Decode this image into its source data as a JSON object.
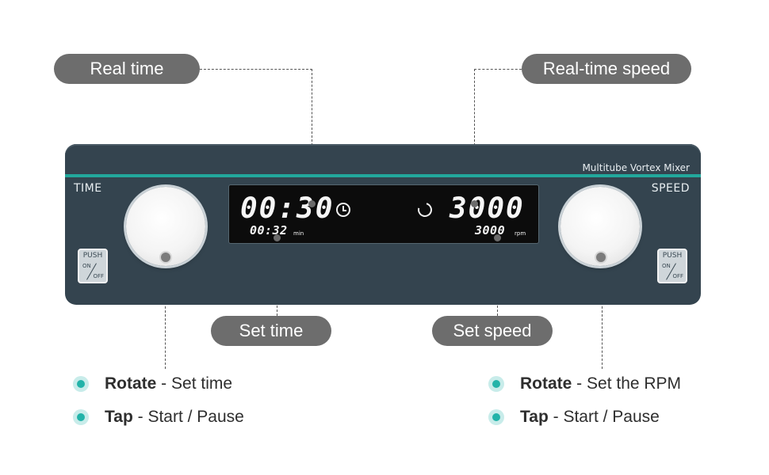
{
  "callouts": {
    "real_time": "Real time",
    "real_time_speed": "Real-time speed",
    "set_time": "Set time",
    "set_speed": "Set speed"
  },
  "panel": {
    "brand": "Multitube Vortex Mixer",
    "left_label": "TIME",
    "right_label": "SPEED",
    "push_top": "PUSH",
    "push_on": "ON",
    "push_off": "OFF"
  },
  "display": {
    "real_time": "00:30",
    "real_speed": "3000",
    "set_time": "00:32",
    "set_time_unit": "min",
    "set_speed": "3000",
    "set_speed_unit": "rpm"
  },
  "instructions": {
    "left": [
      {
        "action": "Rotate",
        "desc": " - Set time"
      },
      {
        "action": "Tap",
        "desc": " - Start / Pause"
      }
    ],
    "right": [
      {
        "action": "Rotate",
        "desc": " - Set the RPM"
      },
      {
        "action": "Tap",
        "desc": " - Start / Pause"
      }
    ]
  },
  "colors": {
    "panel": "#34444f",
    "accent": "#22a89c",
    "pill": "#6d6d6d",
    "bullet": "#23b3a9"
  },
  "icons": [
    "clock-icon",
    "rotate-icon"
  ]
}
